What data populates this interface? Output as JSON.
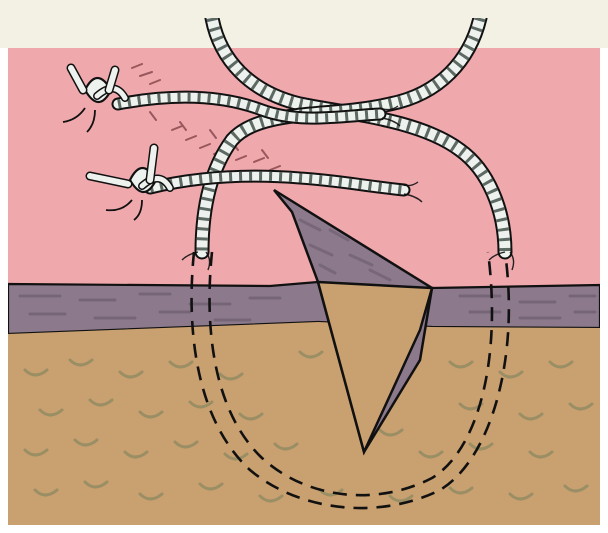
{
  "figure": {
    "subject": "",
    "layers": [
      {
        "name": "skin-surface",
        "color": "#efa8ac"
      },
      {
        "name": "dermis",
        "color": "#8c7a8c"
      },
      {
        "name": "subcutaneous-tissue",
        "color": "#c9a070"
      }
    ],
    "colors": {
      "top_margin": "#f3f0e4",
      "skin": "#efa8ac",
      "dermis": "#8c7a8c",
      "dermis_texture": "#6f5f70",
      "fat": "#c9a070",
      "fat_texture": "#8f8a62",
      "wound": "#8c7a8c",
      "suture": "#eef2ee",
      "suture_stripe": "#5d6a63",
      "outline": "#111111",
      "needle_marks": "#8a4a50"
    },
    "icons": [
      "surgical-knot-icon",
      "surgical-knot-icon",
      "suture-loop-icon",
      "wound-icon"
    ]
  }
}
